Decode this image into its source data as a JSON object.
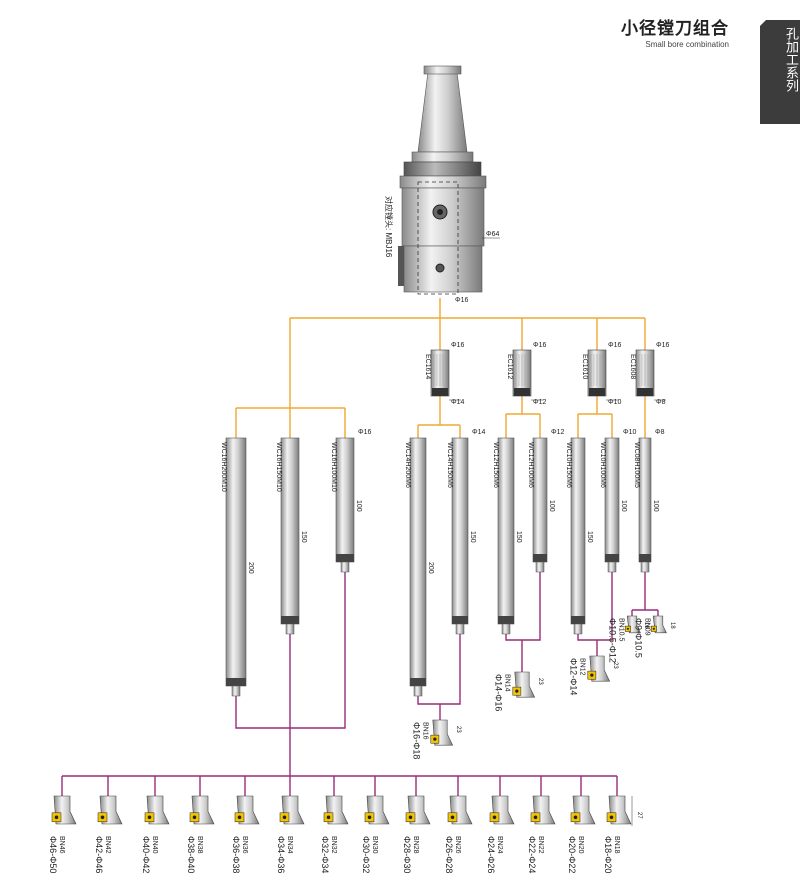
{
  "header": {
    "title_cn": "小径镗刀组合",
    "title_en": "Small bore combination",
    "side_tab": "孔加工系列"
  },
  "shank": {
    "label": "对应镗头: MBJ16",
    "dia_top": "Φ64",
    "dia_bottom": "Φ16"
  },
  "colors": {
    "orange": "#f0a830",
    "purple": "#9a2c78",
    "body": "#c8c8c8",
    "dark": "#333333"
  },
  "ec_adapters": [
    {
      "name": "EC1614",
      "dia_top": "Φ16",
      "dia_bottom": "Φ14"
    },
    {
      "name": "EC1612",
      "dia_top": "Φ16",
      "dia_bottom": "Φ12"
    },
    {
      "name": "EC1610",
      "dia_top": "Φ16",
      "dia_bottom": "Φ10"
    },
    {
      "name": "EC1608",
      "dia_top": "Φ16",
      "dia_bottom": "Φ8"
    }
  ],
  "wc_bars": [
    {
      "name": "WC16H200M10",
      "length": "200"
    },
    {
      "name": "WC16H150M10",
      "length": "150"
    },
    {
      "name": "WC16H100M10",
      "length": "100",
      "dia": "Φ16"
    },
    {
      "name": "WC14H200M6",
      "length": "200"
    },
    {
      "name": "WC14H150M6",
      "length": "150",
      "dia": "Φ14"
    },
    {
      "name": "WC12H150M6",
      "length": "150"
    },
    {
      "name": "WC12H100M6",
      "length": "100",
      "dia": "Φ12"
    },
    {
      "name": "WC10H150M6",
      "length": "150"
    },
    {
      "name": "WC10H100M6",
      "length": "100",
      "dia": "Φ10"
    },
    {
      "name": "WC08H100M5",
      "length": "100",
      "dia": "Φ8"
    }
  ],
  "mid_heads": [
    {
      "name": "BN16",
      "range": "Φ16-Φ18",
      "dim": "23"
    },
    {
      "name": "BN14",
      "range": "Φ14-Φ16",
      "dim": "23"
    },
    {
      "name": "BN12",
      "range": "Φ12-Φ14",
      "dim": "23"
    },
    {
      "name": "BN10.5",
      "range": "Φ10.5-Φ12",
      "dim": "18"
    },
    {
      "name": "BN09",
      "range": "Φ9-Φ10.5",
      "dim": "18"
    }
  ],
  "bottom_heads": [
    {
      "name": "BN46",
      "range": "Φ46-Φ50"
    },
    {
      "name": "BN42",
      "range": "Φ42-Φ46"
    },
    {
      "name": "BN40",
      "range": "Φ40-Φ42"
    },
    {
      "name": "BN38",
      "range": "Φ38-Φ40"
    },
    {
      "name": "BN36",
      "range": "Φ36-Φ38"
    },
    {
      "name": "BN34",
      "range": "Φ34-Φ36"
    },
    {
      "name": "BN32",
      "range": "Φ32-Φ34"
    },
    {
      "name": "BN30",
      "range": "Φ30-Φ32"
    },
    {
      "name": "BN28",
      "range": "Φ28-Φ30"
    },
    {
      "name": "BN26",
      "range": "Φ26-Φ28"
    },
    {
      "name": "BN24",
      "range": "Φ24-Φ26"
    },
    {
      "name": "BN22",
      "range": "Φ22-Φ24"
    },
    {
      "name": "BN20",
      "range": "Φ20-Φ22"
    },
    {
      "name": "BN18",
      "range": "Φ18-Φ20"
    }
  ],
  "bottom_dim": "27"
}
